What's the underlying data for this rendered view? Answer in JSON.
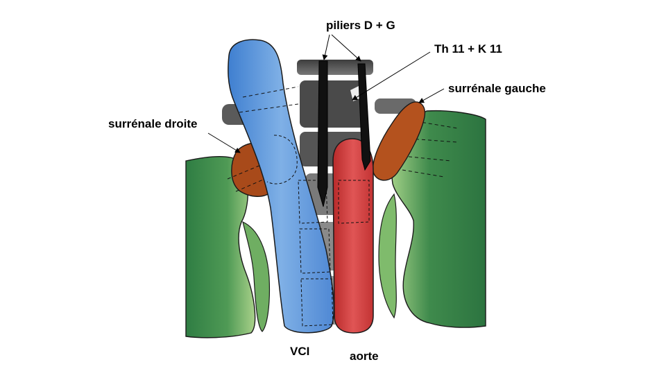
{
  "labels": {
    "piliers": "piliers D + G",
    "th_k": "Th 11 + K 11",
    "surrenale_gauche": "surrénale gauche",
    "surrenale_droite": "surrénale droite",
    "vci": "VCI",
    "aorte": "aorte"
  },
  "colors": {
    "kidney": "#3f8a4a",
    "kidney_light": "#8ec27a",
    "vci": "#5f95d9",
    "aorta": "#d33a3a",
    "adrenal": "#b4521e",
    "spine": "#555555",
    "pillar": "#111111"
  }
}
